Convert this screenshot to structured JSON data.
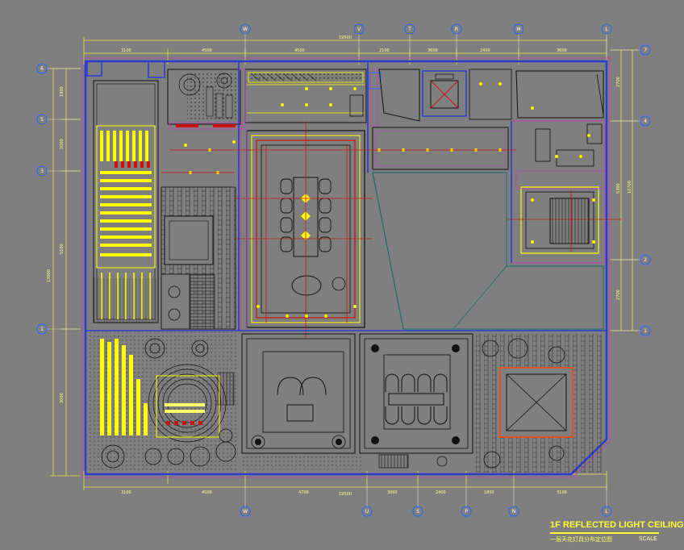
{
  "drawing": {
    "title": "1F REFLECTED LIGHT CEILING",
    "subtitle": "一层天花灯具分布定位图",
    "scale_label": "SCALE",
    "top_dim_total": "19500",
    "bottom_dim_total": "19500",
    "left_dim_total": "13000",
    "right_dim_total": "10700",
    "top_dims": [
      "3100",
      "4500",
      "4500",
      "2100",
      "3600",
      "2400",
      "3600"
    ],
    "bottom_dims": [
      "3100",
      "4500",
      "4700",
      "3000",
      "2400",
      "1800",
      "3100"
    ],
    "left_dims": [
      "1900",
      "2000",
      "5100",
      "3000"
    ],
    "right_dims": [
      "2700",
      "5300",
      "2700"
    ]
  },
  "axes": {
    "top": [
      "W",
      "V",
      "T",
      "R",
      "M",
      "L"
    ],
    "bottom": [
      "W",
      "U",
      "S",
      "P",
      "N",
      "L"
    ],
    "left": [
      "6",
      "5",
      "3",
      "1"
    ],
    "right": [
      "7",
      "4",
      "2",
      "1"
    ]
  },
  "colors": {
    "background": "#7f7f7f",
    "wall": "#2a3ccf",
    "accent_red": "#e02020",
    "light_yellow": "#ffff00",
    "magenta": "#c040c0",
    "axis_circle": "#1f66ff",
    "dim_line": "#e8e04a"
  }
}
